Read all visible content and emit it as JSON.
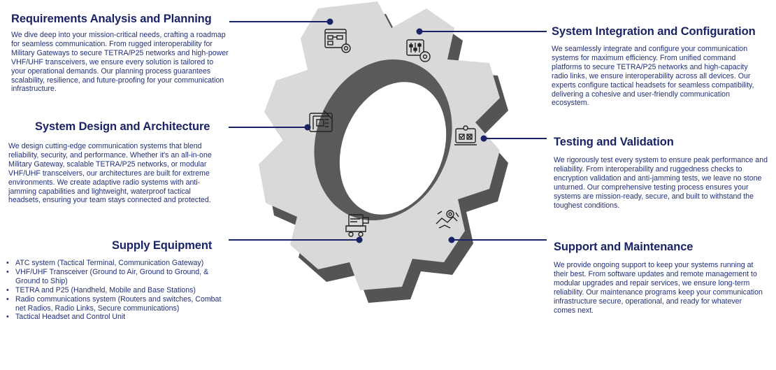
{
  "sections": {
    "requirements": {
      "title": "Requirements Analysis and Planning",
      "text": "We dive deep into your mission-critical needs, crafting a roadmap for seamless communication. From rugged interoperability for Military Gateways to secure TETRA/P25 networks and high-power VHF/UHF transceivers, we ensure every solution is tailored to your operational demands. Our planning process guarantees scalability, resilience, and future-proofing for your communication infrastructure."
    },
    "design": {
      "title": "System Design and Architecture",
      "text": "We design cutting-edge communication systems that blend reliability, security, and performance. Whether it's an all-in-one Military Gateway, scalable TETRA/P25 networks, or modular VHF/UHF transceivers, our architectures are built for extreme environments. We create adaptive radio systems with anti-jamming capabilities and lightweight, waterproof tactical headsets, ensuring your team stays connected and protected."
    },
    "supply": {
      "title": "Supply Equipment",
      "items": [
        "ATC system (Tactical Terminal, Communication Gateway)",
        "VHF/UHF Transceiver (Ground to Air, Ground to Ground, & Ground to Ship)",
        "TETRA and P25 (Handheld, Mobile and Base Stations)",
        "Radio communications system (Routers and switches, Combat net Radios, Radio Links, Secure communications)",
        "Tactical Headset and Control Unit"
      ]
    },
    "integration": {
      "title": "System Integration and Configuration",
      "text": "We seamlessly integrate and configure your communication systems for maximum efficiency. From unified command platforms to secure TETRA/P25 networks and high-capacity radio links, we ensure interoperability across all devices. Our experts configure tactical headsets for seamless compatibility, delivering a cohesive and user-friendly communication ecosystem."
    },
    "testing": {
      "title": "Testing and Validation",
      "text": "We rigorously test every system to ensure peak performance and reliability. From interoperability and ruggedness checks to encryption validation and anti-jamming tests, we leave no stone unturned. Our comprehensive testing process ensures your systems are mission-ready, secure, and built to withstand the toughest conditions."
    },
    "support": {
      "title": "Support and Maintenance",
      "text": "We provide ongoing support to keep your systems running at their best. From software updates and remote management to modular upgrades and repair services, we ensure long-term reliability. Our maintenance programs keep your communication infrastructure secure, operational, and ready for whatever comes next."
    }
  },
  "icons": [
    "workflow-icon",
    "settings-sliders-icon",
    "blueprint-icon",
    "laptop-checklist-icon",
    "supply-truck-icon",
    "handshake-gear-icon"
  ],
  "colors": {
    "navy": "#1a2366",
    "gear_light": "#d9d9d9",
    "gear_dark": "#555555"
  }
}
